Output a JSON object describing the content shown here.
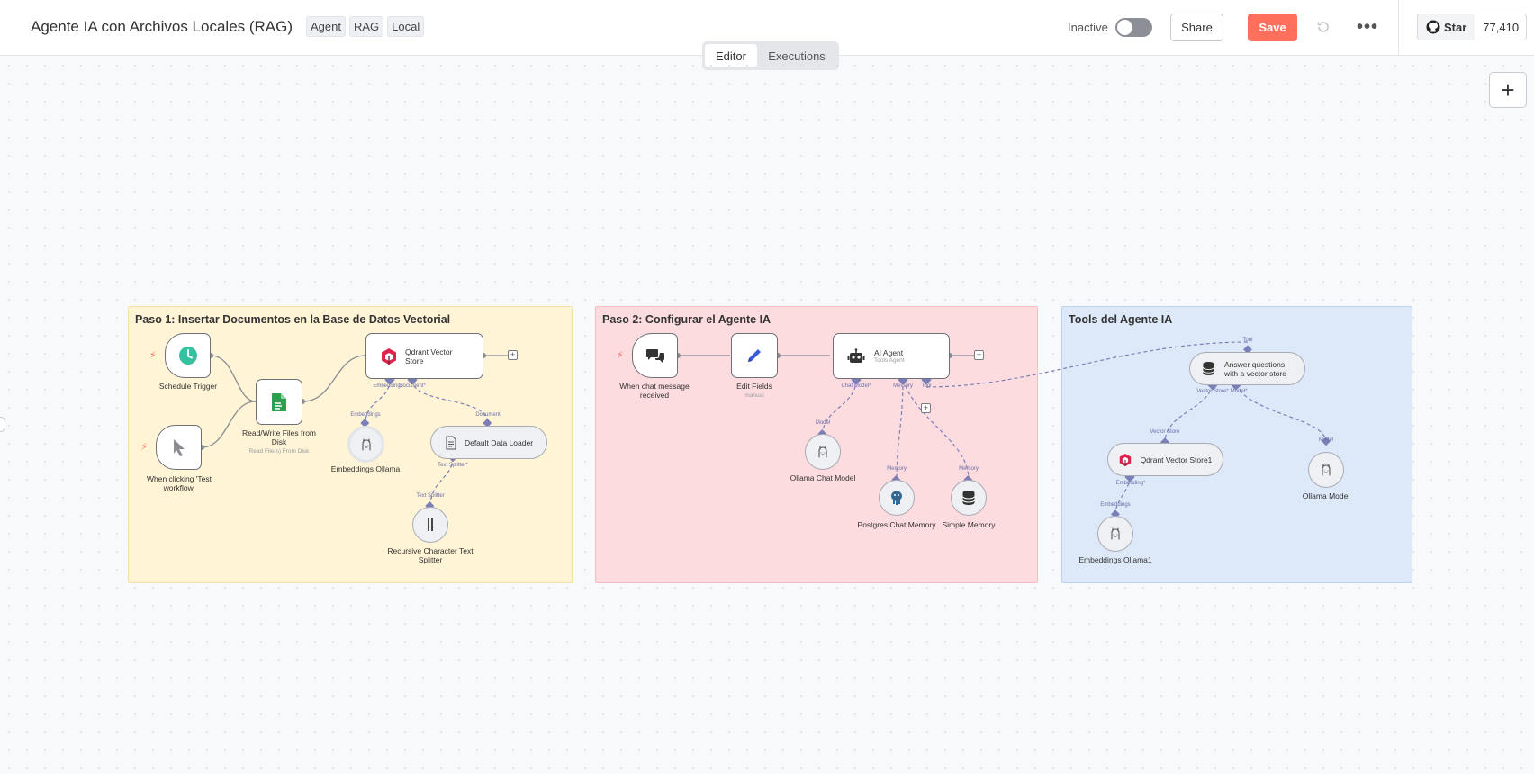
{
  "header": {
    "title": "Agente IA con Archivos Locales (RAG)",
    "tags": [
      "Agent",
      "RAG",
      "Local"
    ],
    "status_label": "Inactive",
    "share_label": "Share",
    "save_label": "Save",
    "more_label": "•••",
    "github": {
      "star_label": "Star",
      "count": "77,410"
    }
  },
  "mode_tabs": {
    "editor": "Editor",
    "executions": "Executions"
  },
  "canvas": {
    "add_label": "+"
  },
  "stickies": {
    "paso1": "Paso 1: Insertar Documentos en la Base de Datos Vectorial",
    "paso2": "Paso 2: Configurar el Agente IA",
    "tools": "Tools del Agente IA"
  },
  "nodes": {
    "schedule_trigger": "Schedule Trigger",
    "manual_trigger": "When clicking 'Test workflow'",
    "read_write_files": "Read/Write Files from Disk",
    "read_write_files_sub": "Read File(s) From Disk",
    "qdrant_vector_store": "Qdrant Vector Store",
    "embeddings_ollama": "Embeddings Ollama",
    "default_data_loader": "Default Data Loader",
    "recursive_splitter": "Recursive Character Text Splitter",
    "chat_trigger": "When chat message received",
    "edit_fields": "Edit Fields",
    "edit_fields_sub": "manual",
    "ai_agent": "AI Agent",
    "ai_agent_sub": "Tools Agent",
    "ollama_chat_model": "Ollama Chat Model",
    "postgres_memory": "Postgres Chat Memory",
    "simple_memory": "Simple Memory",
    "answer_tool": "Answer questions with a vector store",
    "qdrant_vector_store1": "Qdrant Vector Store1",
    "ollama_model": "Ollama Model",
    "embeddings_ollama1": "Embeddings Ollama1"
  },
  "ports": {
    "embeddings": "Embeddings",
    "document_req": "Document*",
    "document": "Document",
    "text_splitter_req": "Text Splitter*",
    "text_splitter": "Text Splitter",
    "chat_model_req": "Chat Model*",
    "memory": "Memory",
    "tool": "Tool",
    "model": "Model",
    "vector_store_req": "Vector Store*",
    "model_req": "Model*",
    "vector_store": "Vector Store",
    "embedding_req": "Embedding*"
  },
  "colors": {
    "accent": "#ff6f5c",
    "sticky_yellow": "#fff4d6",
    "sticky_red": "#fddcdf",
    "sticky_blue": "#dde9f8",
    "connection": "#7b7fb8"
  }
}
